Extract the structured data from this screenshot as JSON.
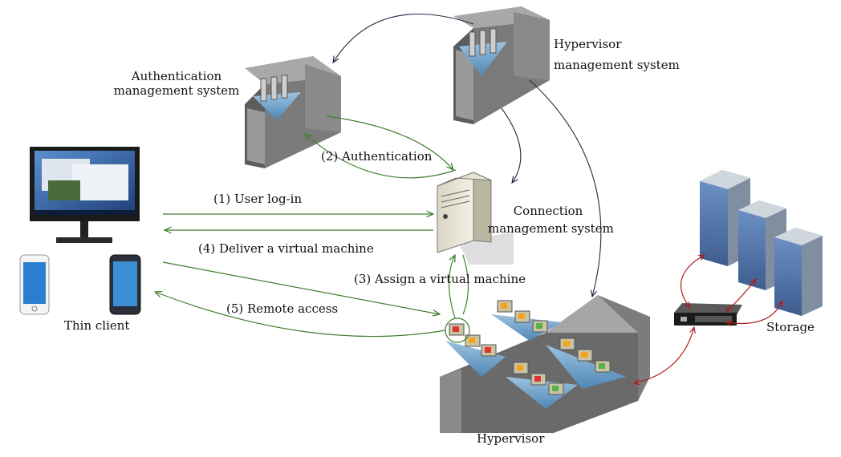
{
  "labels": {
    "auth_line1": "Authentication",
    "auth_line2": "management system",
    "hyp_mgmt_line1": "Hypervisor",
    "hyp_mgmt_line2": "management system",
    "conn_line1": "Connection",
    "conn_line2": "management system",
    "thin_client": "Thin client",
    "storage": "Storage",
    "hypervisor": "Hypervisor"
  },
  "steps": {
    "s1": "(1) User log-in",
    "s2": "(2) Authentication",
    "s3": "(3) Assign a virtual machine",
    "s4": "(4) Deliver a virtual machine",
    "s5": "(5) Remote access"
  },
  "colors": {
    "green_arrow": "#3f7f2f",
    "navy_arrow": "#1f2a44",
    "red_arrow": "#b01a1a",
    "server_gray": "#8c8c8c",
    "panel_blue": "#6fa3c9"
  },
  "icons": {
    "monitor": "desktop-monitor-icon",
    "iphone": "iphone-icon",
    "android": "android-phone-icon",
    "rack_server": "rack-server-icon",
    "tower_server": "tower-server-icon",
    "switch": "network-switch-icon",
    "storage_rack": "storage-rack-icon"
  }
}
